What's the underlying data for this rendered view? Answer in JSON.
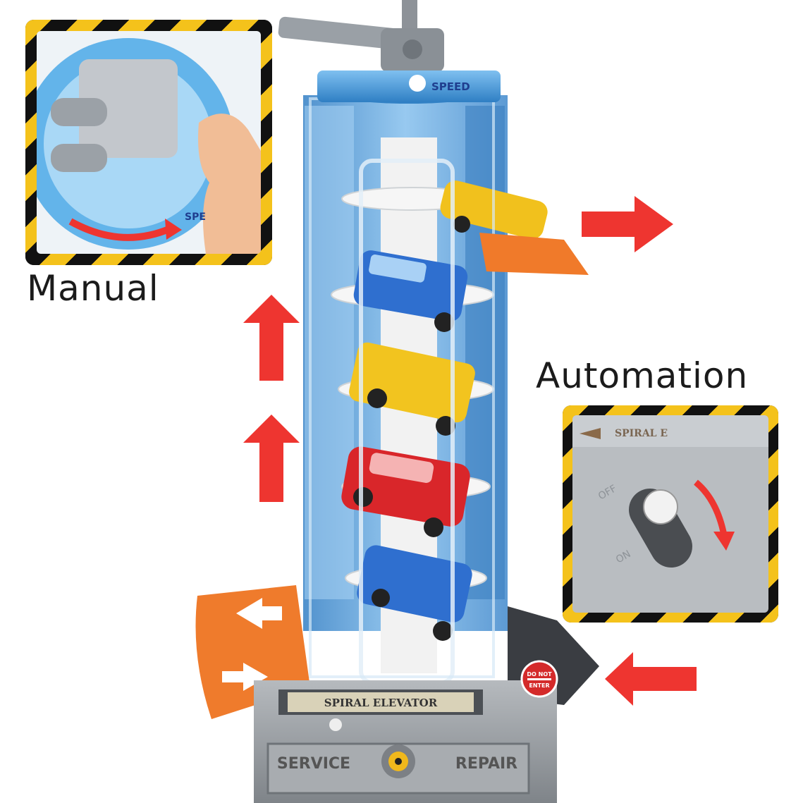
{
  "captions": {
    "manual": "Manual",
    "automation": "Automation"
  },
  "toy": {
    "logo": "SPEED",
    "base_plate": "SPIRAL ELEVATOR",
    "service": "SERVICE",
    "repair": "REPAIR",
    "sign_line1": "DO NOT",
    "sign_line2": "ENTER"
  },
  "switch_inset": {
    "panel_text": "SPIRAL E",
    "off": "OFF",
    "on": "ON"
  },
  "manual_inset": {
    "logo": "SPE"
  },
  "colors": {
    "arrow_red": "#ee3530",
    "hazard_yellow": "#f4c21b",
    "tower_blue": "#5ea3dc",
    "ramp_orange": "#f07a2a",
    "base_gray": "#8f9499"
  }
}
